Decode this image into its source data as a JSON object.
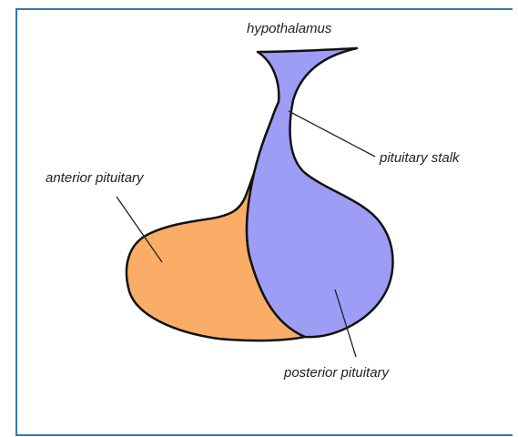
{
  "labels": {
    "hypothalamus": "hypothalamus",
    "pituitary_stalk": "pituitary stalk",
    "anterior_pituitary": "anterior pituitary",
    "posterior_pituitary": "posterior pituitary"
  },
  "colors": {
    "frame": "#2e78c0",
    "anterior_fill": "#f9ad66",
    "posterior_fill": "#9d9df6",
    "outline": "#111111",
    "leader_line": "#222222"
  }
}
